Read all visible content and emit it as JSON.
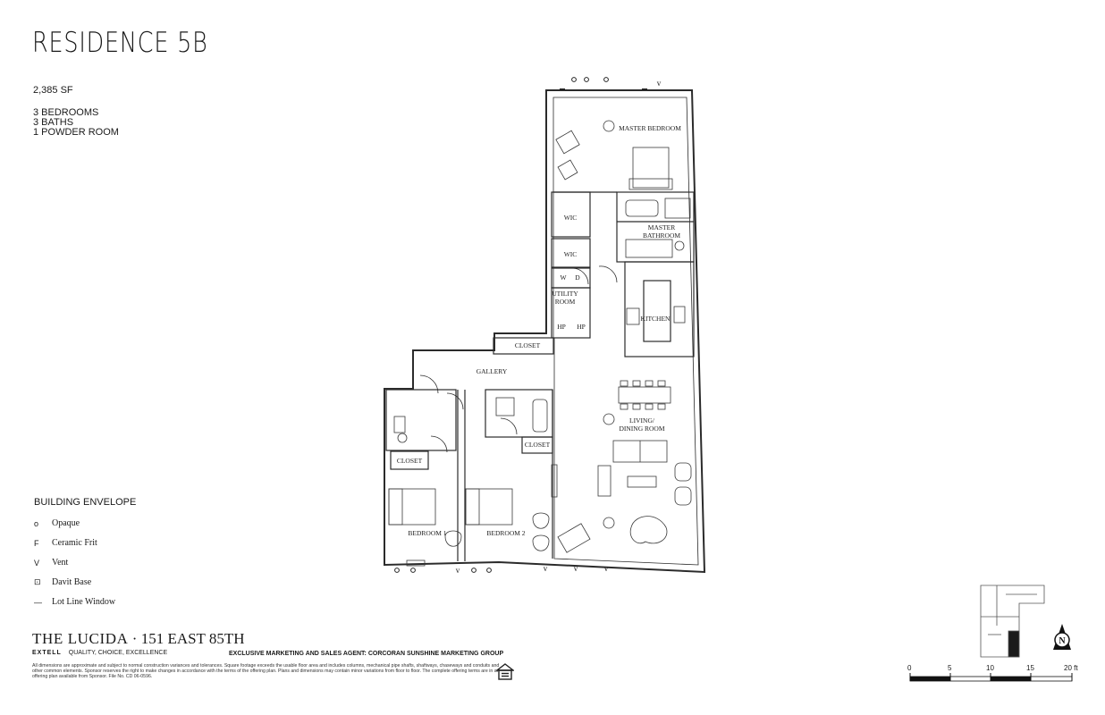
{
  "residence": {
    "title": "RESIDENCE 5B",
    "area": "2,385 SF",
    "bedrooms": "3 BEDROOMS",
    "baths": "3 BATHS",
    "powder": "1 POWDER ROOM"
  },
  "rooms": {
    "master_bedroom": "MASTER BEDROOM",
    "wic1": "WIC",
    "wic2": "WIC",
    "master_bath_1": "MASTER",
    "master_bath_2": "BATHROOM",
    "washer": "W",
    "dryer": "D",
    "utility_1": "UTILITY",
    "utility_2": "ROOM",
    "hp1": "HP",
    "hp2": "HP",
    "kitchen": "KITCHEN",
    "closet_gallery": "CLOSET",
    "gallery": "GALLERY",
    "living_1": "LIVING/",
    "living_2": "DINING ROOM",
    "closet_b1": "CLOSET",
    "closet_b2": "CLOSET",
    "bedroom1": "BEDROOM 1",
    "bedroom2": "BEDROOM 2"
  },
  "legend": {
    "title": "BUILDING ENVELOPE",
    "items": [
      {
        "symbol": "o",
        "label": "Opaque"
      },
      {
        "symbol": "F",
        "label": "Ceramic Frit"
      },
      {
        "symbol": "V",
        "label": "Vent"
      },
      {
        "symbol": "⊡",
        "label": "Davit Base"
      },
      {
        "symbol": "—",
        "label": "Lot Line Window"
      }
    ]
  },
  "footer": {
    "brand_name": "THE LUCIDA",
    "brand_address": "151 EAST 85TH",
    "developer": "EXTELL",
    "tagline": "QUALITY, CHOICE, EXCELLENCE",
    "agent": "EXCLUSIVE MARKETING AND SALES AGENT: CORCORAN SUNSHINE MARKETING GROUP",
    "disclaimer": "All dimensions are approximate and subject to normal construction variances and tolerances. Square footage exceeds the usable floor area and includes columns, mechanical pipe shafts, shaftways, chaseways and conduits and other common elements. Sponsor reserves the right to make changes in accordance with the terms of the offering plan. Plans and dimensions may contain minor variations from floor to floor. The complete offering terms are in an offering plan available from Sponsor. File No. CD 06-0596."
  },
  "compass": {
    "label": "N"
  },
  "scale": {
    "labels": [
      "0",
      "5",
      "10",
      "15",
      "20 ft"
    ]
  }
}
